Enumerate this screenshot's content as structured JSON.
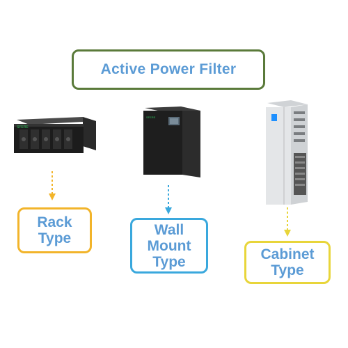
{
  "title": "Active Power Filter",
  "products": {
    "rack": {
      "label": "Rack\nType",
      "brand_text": "SFERE",
      "arrow_color": "#f2b42a",
      "box_color": "#f2b42a"
    },
    "wall": {
      "label": "Wall\nMount\nType",
      "brand_text": "SFERE",
      "arrow_color": "#3aa8dd",
      "box_color": "#3aa8dd"
    },
    "cabinet": {
      "label": "Cabinet\nType",
      "arrow_color": "#e8d53a",
      "box_color": "#e8d53a"
    }
  },
  "colors": {
    "title_border": "#5a7a3a",
    "text": "#5b9bd5"
  }
}
